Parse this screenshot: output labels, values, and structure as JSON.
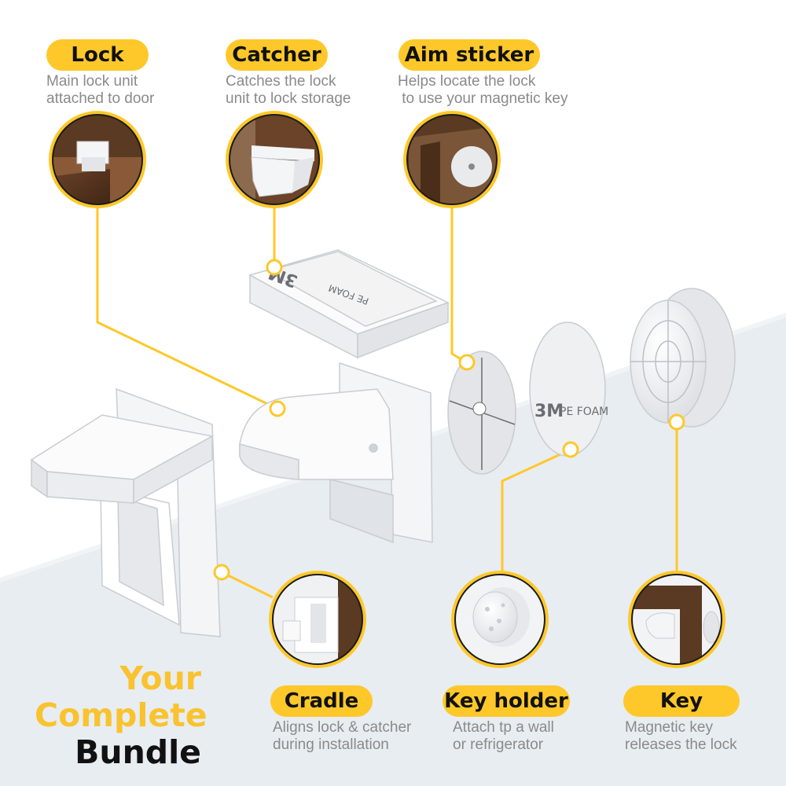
{
  "colors": {
    "accent_yellow": "#fec82a",
    "bundle_yellow": "#f9c32f",
    "description_gray": "#8a8a8a",
    "background_band": "#e8edf2",
    "product_white": "#f4f5f7"
  },
  "heading": {
    "line1": "Your",
    "line2": "Complete",
    "line3": "Bundle"
  },
  "parts": {
    "lock": {
      "label": "Lock",
      "desc_line1": "Main lock unit",
      "desc_line2": "attached to door"
    },
    "catcher": {
      "label": "Catcher",
      "desc_line1": "Catches the lock",
      "desc_line2": "unit to lock storage"
    },
    "aim_sticker": {
      "label": "Aim sticker",
      "desc_line1": "Helps locate the lock",
      "desc_line2": " to use your magnetic key"
    },
    "cradle": {
      "label": "Cradle",
      "desc_line1": "Aligns lock & catcher",
      "desc_line2": "during installation"
    },
    "key_holder": {
      "label": "Key holder",
      "desc_line1": "Attach tp a wall",
      "desc_line2": "or refrigerator"
    },
    "key": {
      "label": "Key",
      "desc_line1": "Magnetic key",
      "desc_line2": "releases the lock"
    }
  },
  "product_print": {
    "tape_brand": "3M",
    "tape_text": "PE FOAM"
  },
  "icons": {
    "lock_zoom": "lock-on-door-icon",
    "catcher_zoom": "catcher-on-cabinet-icon",
    "aim_zoom": "aim-sticker-on-door-icon",
    "cradle_zoom": "cradle-installation-icon",
    "key_holder_zoom": "key-holder-icon",
    "key_zoom": "key-on-door-icon"
  }
}
